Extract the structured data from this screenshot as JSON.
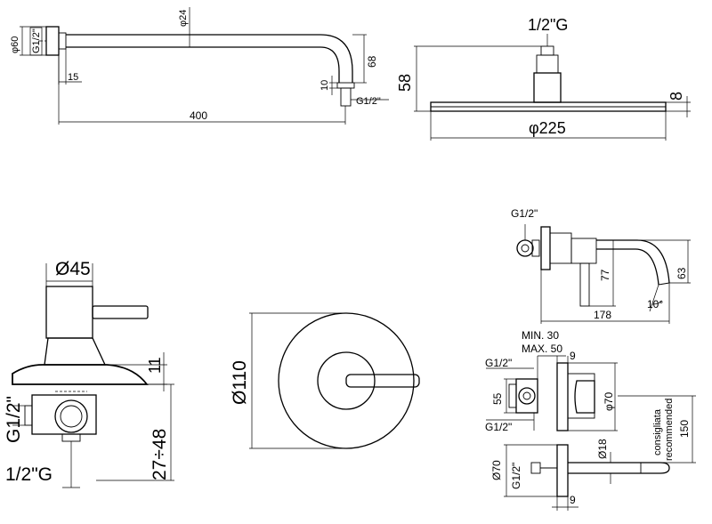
{
  "shower_arm": {
    "dia_flange": "φ60",
    "thread": "G1/2\"",
    "dia_pipe": "φ24",
    "depth": "15",
    "height": "68",
    "drop": "10",
    "outlet_thread": "G1/2\"",
    "length": "400"
  },
  "shower_head": {
    "thread": "1/2\"G",
    "height": "58",
    "thickness": "8",
    "diameter": "φ225"
  },
  "mixer_side": {
    "dia_handle": "Ø45",
    "dim_11": "11",
    "thread_side": "G1/2\"",
    "thread_bottom": "1/2\"G",
    "depth_range": "27÷48"
  },
  "mixer_front": {
    "dia_plate": "Ø110"
  },
  "spout_side": {
    "thread": "G1/2\"",
    "height_77": "77",
    "height_63": "63",
    "angle": "10°",
    "length": "178"
  },
  "spout_plan": {
    "min_depth": "MIN. 30",
    "max_depth": "MAX. 50",
    "thread_top": "G1/2\"",
    "thread_bottom": "G1/2\"",
    "dim_9_top": "9",
    "dim_55": "55",
    "dia_70": "φ70",
    "recommended_it": "consigliata",
    "recommended_en": "recommended",
    "height_150": "150"
  },
  "spout_bottom": {
    "dia_70": "Ø70",
    "thread": "G1/2\"",
    "dia_18": "Ø18",
    "dim_9": "9"
  }
}
